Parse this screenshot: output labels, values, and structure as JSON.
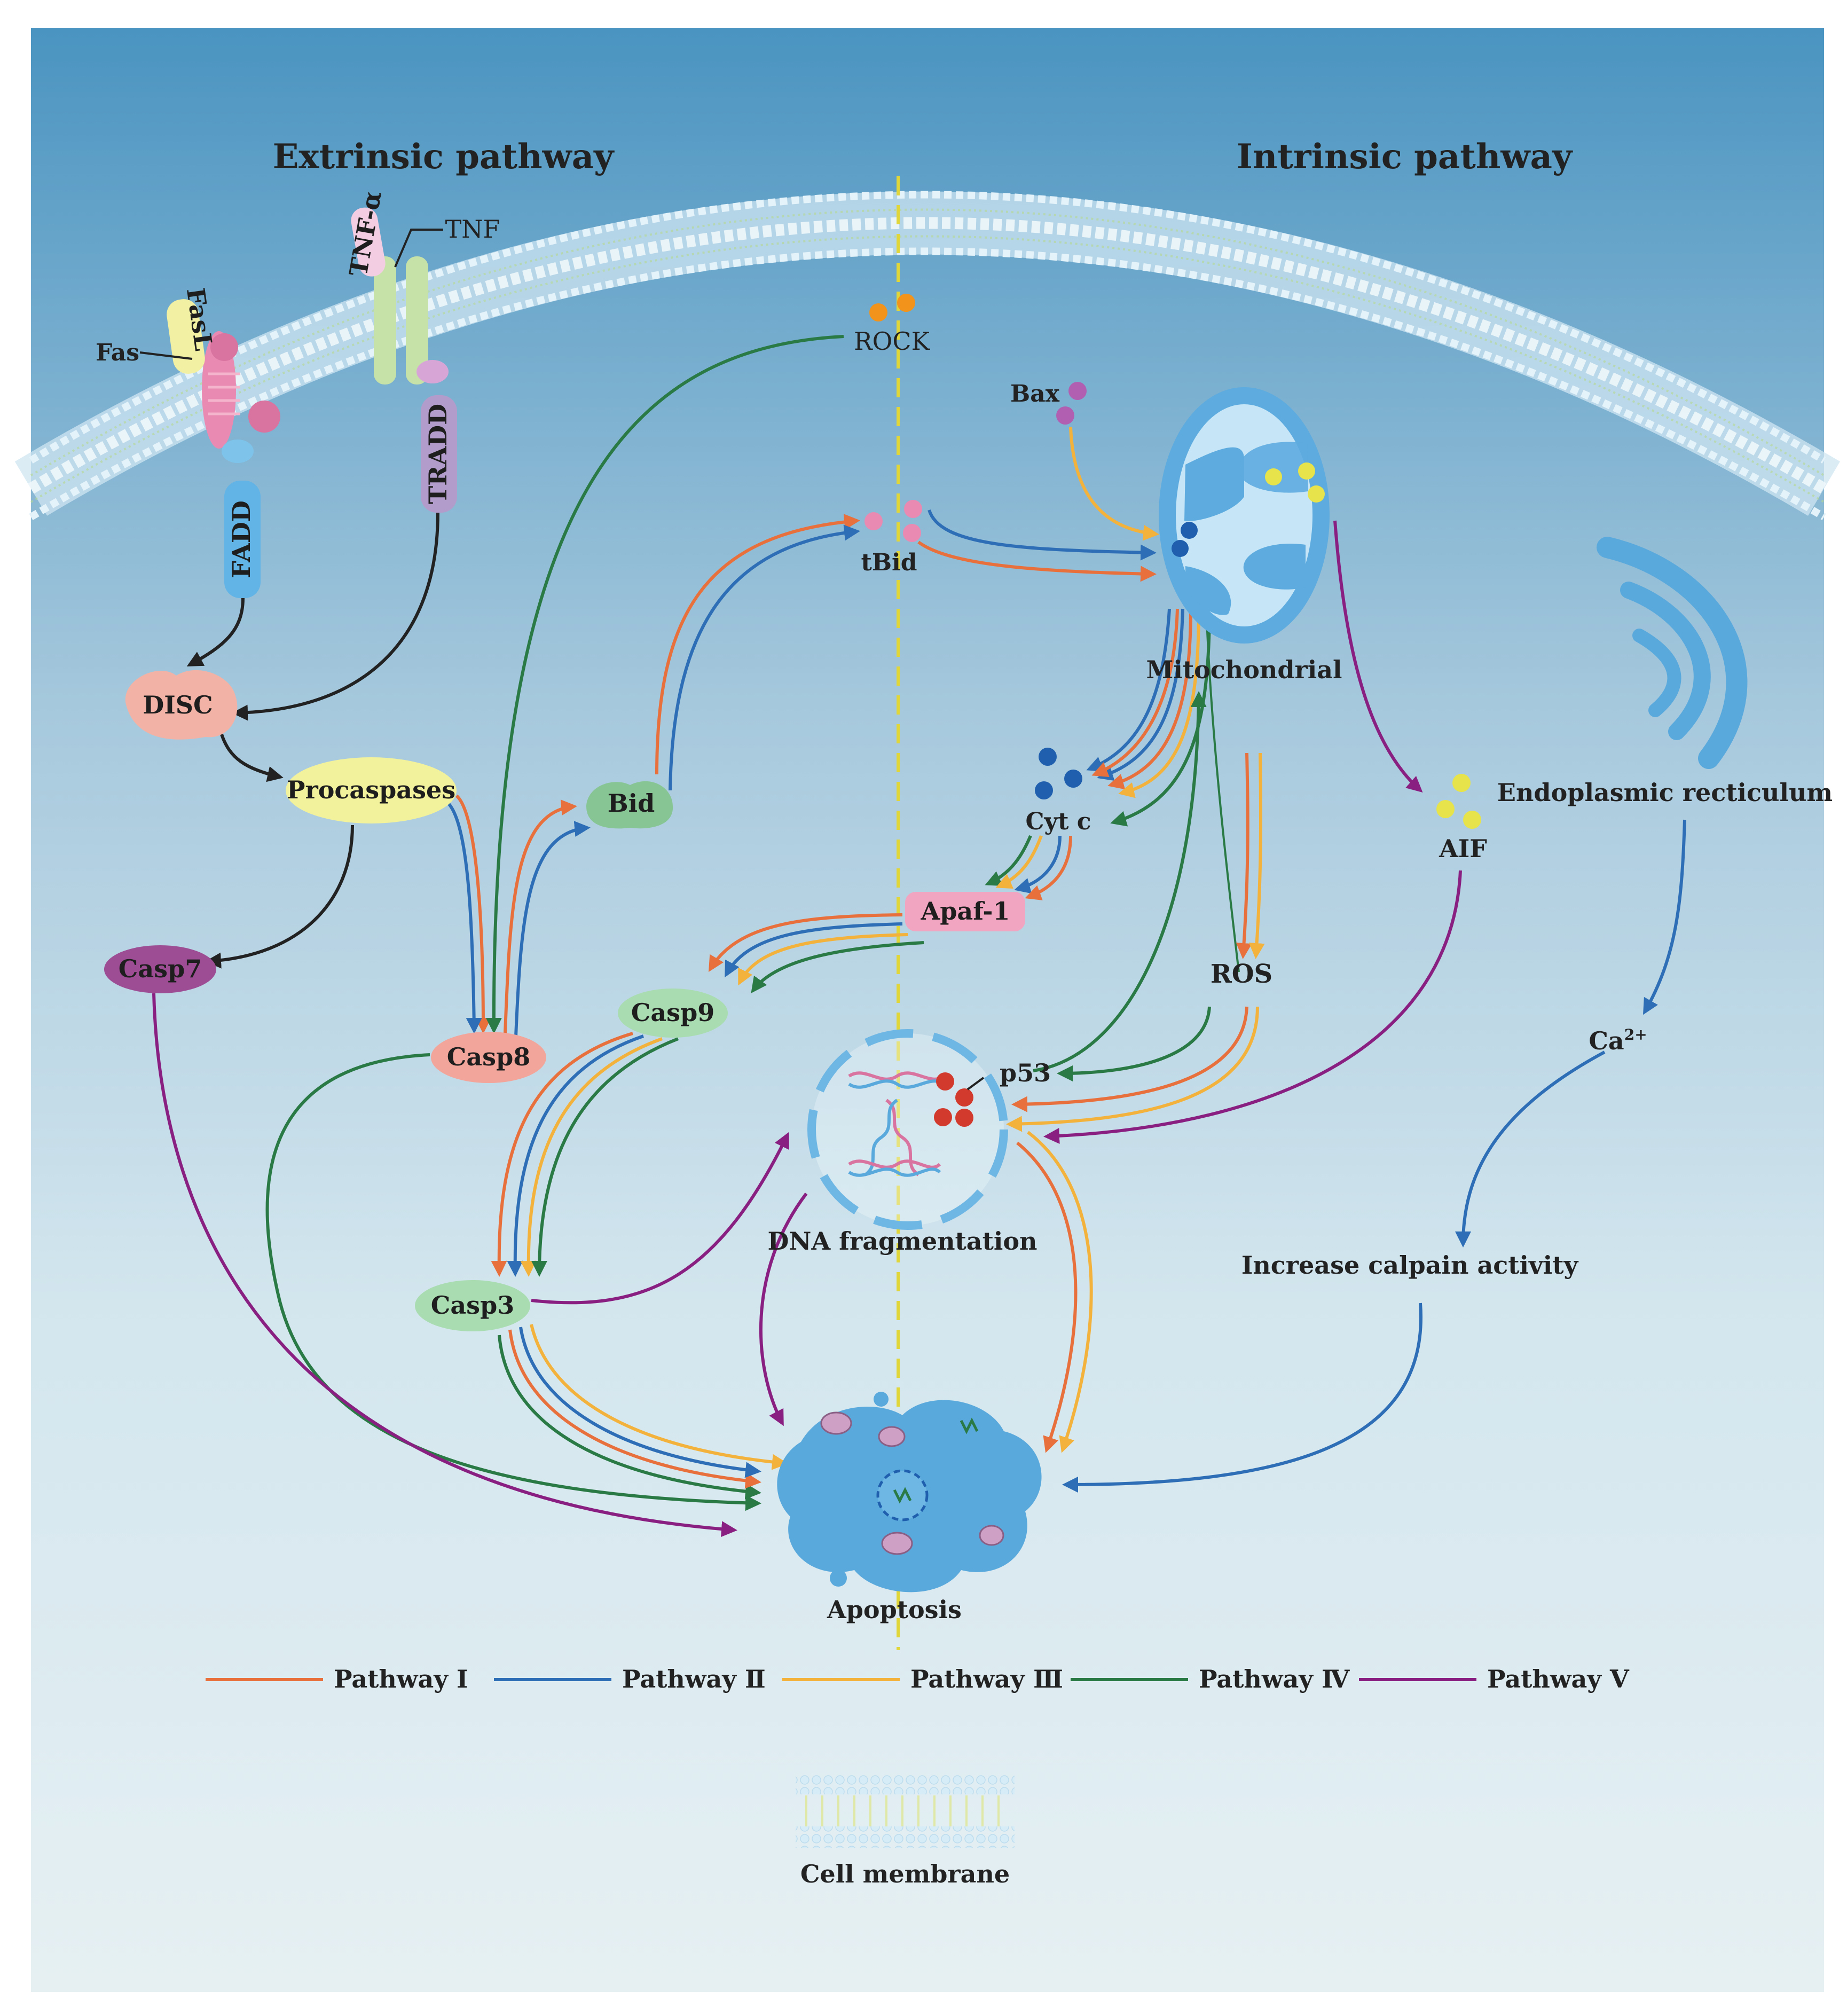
{
  "headings": {
    "extrinsic": "Extrinsic pathway",
    "intrinsic": "Intrinsic pathway"
  },
  "receptors": {
    "fas": "Fas",
    "fasl": "FasL",
    "tnf": "TNF",
    "tnf_alpha": "TNF-α",
    "fadd": "FADD",
    "tradd": "TRADD"
  },
  "nodes": {
    "disc": "DISC",
    "procaspases": "Procaspases",
    "casp7": "Casp7",
    "casp8": "Casp8",
    "bid": "Bid",
    "tbid": "tBid",
    "rock": "ROCK",
    "bax": "Bax",
    "mitochondrial": "Mitochondrial",
    "cyt_c": "Cyt c",
    "apaf1": "Apaf-1",
    "casp9": "Casp9",
    "casp3": "Casp3",
    "ros": "ROS",
    "p53": "p53",
    "aif": "AIF",
    "er": "Endoplasmic recticulum",
    "ca_base": "Ca",
    "ca_sup": "2+",
    "calpain": "Increase calpain activity",
    "dna_frag": "DNA fragmentation",
    "apoptosis": "Apoptosis"
  },
  "legend": [
    {
      "label": "Pathway Ⅰ",
      "color": "#e8703c"
    },
    {
      "label": "Pathway Ⅱ",
      "color": "#2d6eb6"
    },
    {
      "label": "Pathway Ⅲ",
      "color": "#f3b23b"
    },
    {
      "label": "Pathway Ⅳ",
      "color": "#2a7a46"
    },
    {
      "label": "Pathway Ⅴ",
      "color": "#8a1f82"
    }
  ],
  "membrane_legend": "Cell membrane",
  "colors": {
    "p1": "#e8703c",
    "p2": "#2d6eb6",
    "p3": "#f3b23b",
    "p4": "#2a7a46",
    "p5": "#8a1f82",
    "black": "#222222",
    "bg_top": "#4a94c1",
    "bg_bottom": "#e6f0f3",
    "divider": "#e0d63a"
  }
}
